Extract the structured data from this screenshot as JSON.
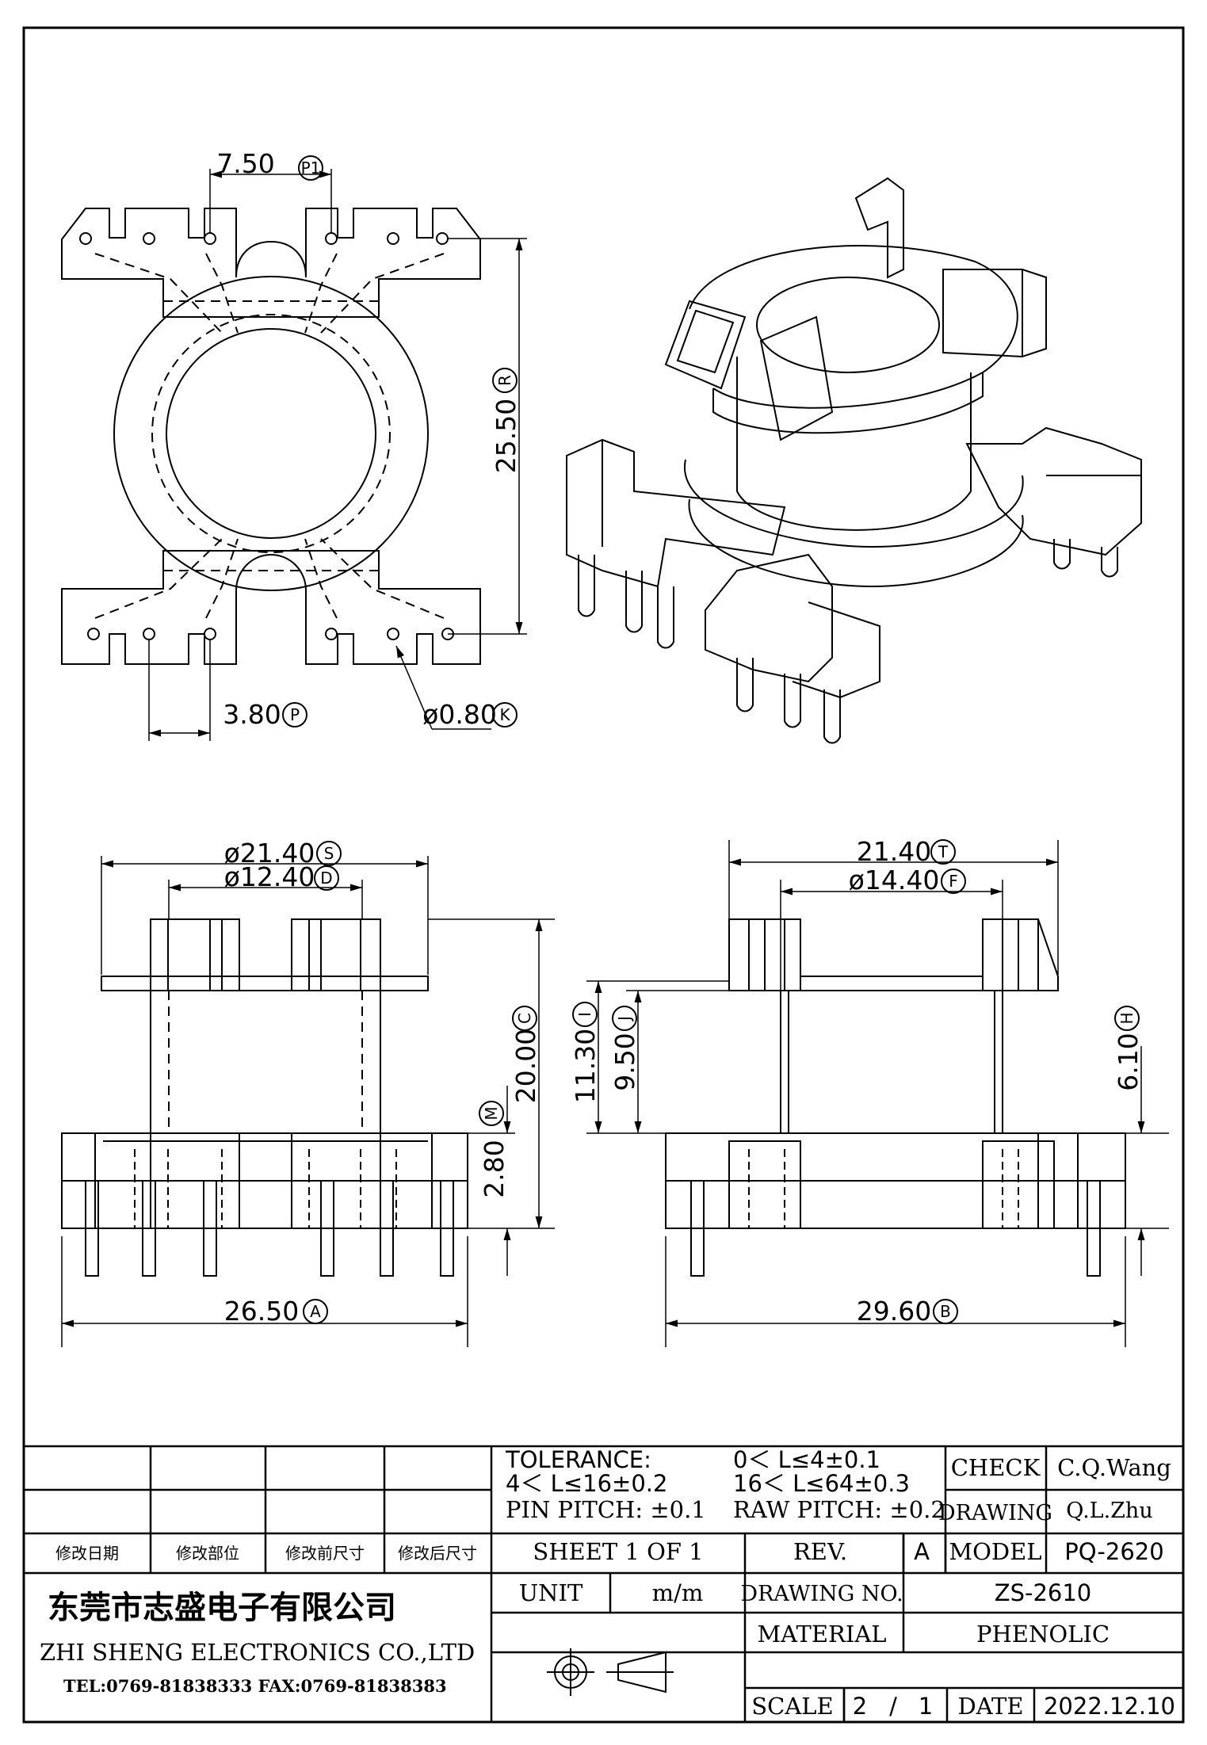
{
  "dimensions": {
    "top_pitch": {
      "value": "7.50",
      "tag": "P1"
    },
    "height_r": {
      "value": "25.50",
      "tag": "R"
    },
    "bottom_pitch": {
      "value": "3.80",
      "tag": "P"
    },
    "pin_dia": {
      "value": "ø0.80",
      "tag": "K"
    },
    "flange_dia": {
      "value": "ø21.40",
      "tag": "S"
    },
    "core_dia": {
      "value": "ø12.40",
      "tag": "D"
    },
    "total_height": {
      "value": "20.00",
      "tag": "C"
    },
    "base_height": {
      "value": "2.80",
      "tag": "M"
    },
    "width_a": {
      "value": "26.50",
      "tag": "A"
    },
    "flange_width": {
      "value": "21.40",
      "tag": "T"
    },
    "inner_dia": {
      "value": "ø14.40",
      "tag": "F"
    },
    "height_i": {
      "value": "11.30",
      "tag": "I"
    },
    "height_j": {
      "value": "9.50",
      "tag": "J"
    },
    "height_h": {
      "value": "6.10",
      "tag": "H"
    },
    "width_b": {
      "value": "29.60",
      "tag": "B"
    }
  },
  "title_block": {
    "revision_headers": [
      "修改日期",
      "修改部位",
      "修改前尺寸",
      "修改后尺寸"
    ],
    "tolerance_title": "TOLERANCE:",
    "tolerance_1": "0＜ L≤4±0.1",
    "tolerance_2": "4＜ L≤16±0.2",
    "tolerance_3": "16＜ L≤64±0.3",
    "pin_pitch": "PIN PITCH: ±0.1",
    "raw_pitch": "RAW PITCH: ±0.2",
    "check_label": "CHECK",
    "check_value": "C.Q.Wang",
    "drawing_label": "DRAWING",
    "drawing_value": "Q.L.Zhu",
    "sheet": "SHEET 1 OF 1",
    "rev_label": "REV.",
    "rev_value": "A",
    "model_label": "MODEL",
    "model_value": "PQ-2620",
    "company_cn": "东莞市志盛电子有限公司",
    "company_en": "ZHI SHENG  ELECTRONICS CO.,LTD",
    "tel_fax": "TEL:0769-81838333 FAX:0769-81838383",
    "unit_label": "UNIT",
    "unit_value": "m/m",
    "drawing_no_label": "DRAWING  NO.",
    "drawing_no_value": "ZS-2610",
    "material_label": "MATERIAL",
    "material_value": "PHENOLIC",
    "scale_label": "SCALE",
    "scale_num": "2",
    "scale_sep": "/",
    "scale_den": "1",
    "date_label": "DATE",
    "date_value": "2022.12.10"
  }
}
